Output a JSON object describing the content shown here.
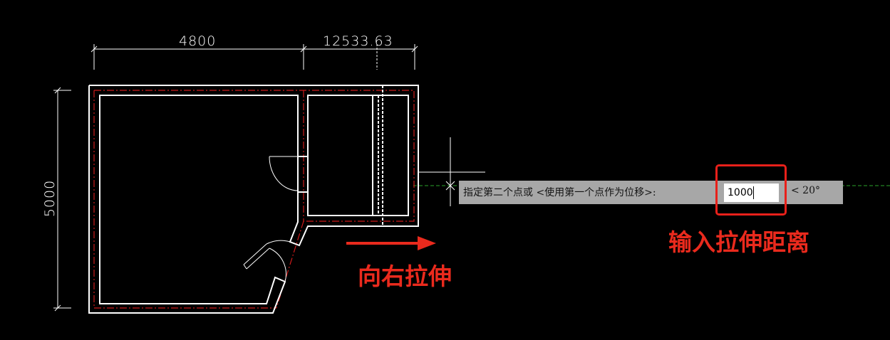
{
  "drawing": {
    "dimensions": {
      "width_left": "4800",
      "width_right": "12533.63",
      "height": "5000"
    }
  },
  "command_prompt": {
    "text": "指定第二个点或 <使用第一个点作为位移>:",
    "input_value": "1000",
    "angle_text": "< 20°"
  },
  "annotations": {
    "stretch_right": "向右拉伸",
    "enter_distance": "输入拉伸距离"
  },
  "colors": {
    "background": "#000000",
    "walls": "#ffffff",
    "centerline": "#cc1b1b",
    "tracking_line": "#2aa52a",
    "annotation": "#ea2a1d",
    "prompt_background": "#a7a7a7"
  }
}
